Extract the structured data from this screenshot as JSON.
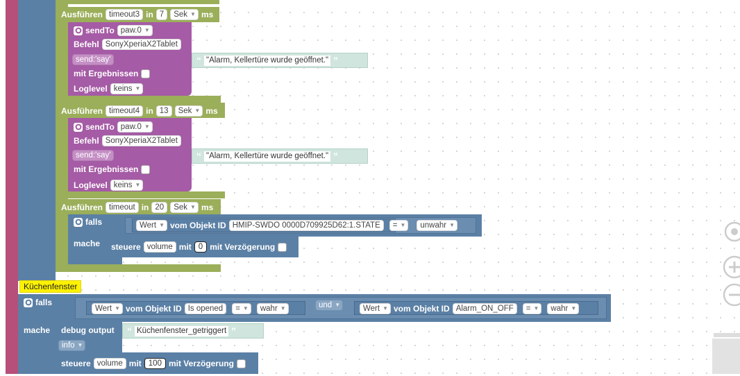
{
  "blocks": {
    "timeout3": {
      "label": "Ausführen",
      "name": "timeout3",
      "in": "in",
      "delay": "7",
      "unit": "Sek",
      "suffix": "ms"
    },
    "sendto1": {
      "label": "sendTo",
      "instance": "paw.0",
      "cmd_label": "Befehl",
      "cmd": "SonyXperiaX2Tablet",
      "send": "send:'say'",
      "text": "\"Alarm, Kellertüre wurde geöffnet.\"",
      "results_label": "mit Ergebnissen",
      "loglevel_label": "Loglevel",
      "loglevel": "keins"
    },
    "timeout4": {
      "label": "Ausführen",
      "name": "timeout4",
      "in": "in",
      "delay": "13",
      "unit": "Sek",
      "suffix": "ms"
    },
    "sendto2": {
      "label": "sendTo",
      "instance": "paw.0",
      "cmd_label": "Befehl",
      "cmd": "SonyXperiaX2Tablet",
      "send": "send:'say'",
      "text": "\"Alarm, Kellertüre wurde geöffnet.\"",
      "results_label": "mit Ergebnissen",
      "loglevel_label": "Loglevel",
      "loglevel": "keins"
    },
    "timeout": {
      "label": "Ausführen",
      "name": "timeout",
      "in": "in",
      "delay": "20",
      "unit": "Sek",
      "suffix": "ms"
    },
    "if1": {
      "falls": "falls",
      "wert": "Wert",
      "vom": "vom Objekt ID",
      "obj": "HMIP-SWDO 0000D709925D62:1.STATE",
      "op": "=",
      "val": "unwahr",
      "mache": "mache",
      "steuere": "steuere",
      "var": "volume",
      "mit": "mit",
      "num": "0",
      "verz": "mit Verzögerung"
    },
    "comment": "Küchenfenster",
    "if2": {
      "falls": "falls",
      "wert1": "Wert",
      "vom1": "vom Objekt ID",
      "obj1": "Is opened",
      "op1": "=",
      "val1": "wahr",
      "und": "und",
      "wert2": "Wert",
      "vom2": "vom Objekt ID",
      "obj2": "Alarm_ON_OFF",
      "op2": "=",
      "val2": "wahr",
      "mache": "mache",
      "debug": "debug output",
      "dbgtext": "Küchenfenster_getriggert",
      "info": "info",
      "steuere": "steuere",
      "var": "volume",
      "mit": "mit",
      "num": "100",
      "verz": "mit Verzögerung"
    }
  },
  "colors": {
    "olive": "#9bae5a",
    "purple": "#a55ba5",
    "blue": "#5b80a5",
    "outer": "#b64f7a",
    "mint": "#cfe5dd",
    "comment": "#fef200"
  }
}
